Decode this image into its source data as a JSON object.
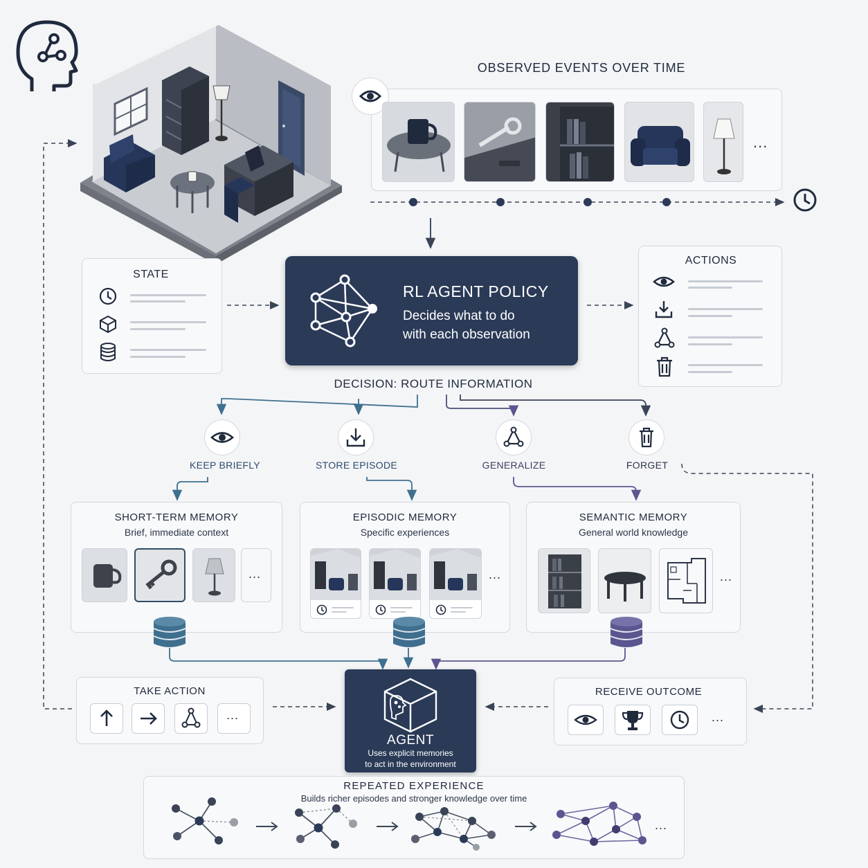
{
  "observed": {
    "title": "OBSERVED EVENTS OVER TIME",
    "more": "..."
  },
  "state": {
    "title": "STATE"
  },
  "policy": {
    "title": "RL AGENT POLICY",
    "line1": "Decides what to do",
    "line2": "with each observation"
  },
  "actions": {
    "title": "ACTIONS"
  },
  "decision": {
    "title": "DECISION: ROUTE INFORMATION"
  },
  "routes": {
    "keep": "KEEP BRIEFLY",
    "store": "STORE EPISODE",
    "generalize": "GENERALIZE",
    "forget": "FORGET"
  },
  "short_term": {
    "title": "SHORT-TERM MEMORY",
    "subtitle": "Brief, immediate context",
    "more": "..."
  },
  "episodic": {
    "title": "EPISODIC MEMORY",
    "subtitle": "Specific experiences",
    "more": "..."
  },
  "semantic": {
    "title": "SEMANTIC MEMORY",
    "subtitle": "General world knowledge",
    "more": "..."
  },
  "take_action": {
    "title": "TAKE ACTION",
    "more": "..."
  },
  "agent": {
    "title": "AGENT",
    "line1": "Uses explicit memories",
    "line2": "to act in the environment"
  },
  "outcome": {
    "title": "RECEIVE OUTCOME",
    "more": "..."
  },
  "repeated": {
    "title": "REPEATED EXPERIENCE",
    "subtitle": "Builds richer episodes and stronger knowledge over time",
    "more": "..."
  },
  "colors": {
    "navy": "#2a3a57",
    "teal": "#3f6f8f",
    "purple": "#5a5690",
    "line": "#c6cbd3"
  },
  "icons": [
    "brain-network-icon",
    "eye-icon",
    "clock-icon",
    "cube-icon",
    "database-icon",
    "download-icon",
    "graph-icon",
    "trash-icon",
    "arrow-up-icon",
    "arrow-right-icon",
    "trophy-icon",
    "agent-cube-icon"
  ]
}
